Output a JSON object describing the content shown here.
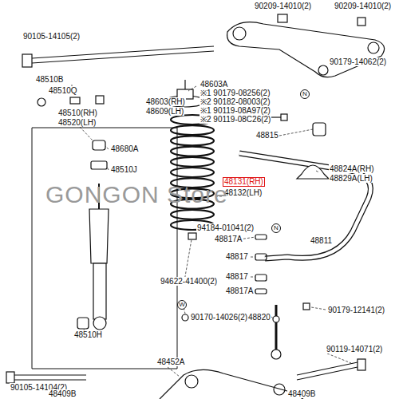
{
  "diagram": {
    "labels": [
      "90209-14010(2)",
      "90209-14010(2)",
      "90105-14105(2)",
      "90179-14062(2)",
      "48510B",
      "48510Q",
      "48603A",
      "※1 90179-08256(2)",
      "N",
      "48603(RH)",
      "48609(LH)",
      "※2 90182-08003(2)",
      "※1 90119-08A97(2)",
      "※2 90119-08C26(2)",
      "48510(RH)",
      "48520(LH)",
      "48815",
      "48680A",
      "48510J",
      "48824A(RH)",
      "48829A(LH)",
      "48131(RH)",
      "48132(LH)",
      "GONGON Store",
      "94184-01041(2)",
      "N",
      "48817A",
      "48811",
      "48817",
      "48817",
      "94622-41400(2)",
      "48817A",
      "W",
      "90170-14026(2)",
      "48820",
      "90179-12141(2)",
      "48510H",
      "48452A",
      "90119-14071(2)",
      "90105-14104(2)",
      "48409B",
      "48409B"
    ]
  }
}
